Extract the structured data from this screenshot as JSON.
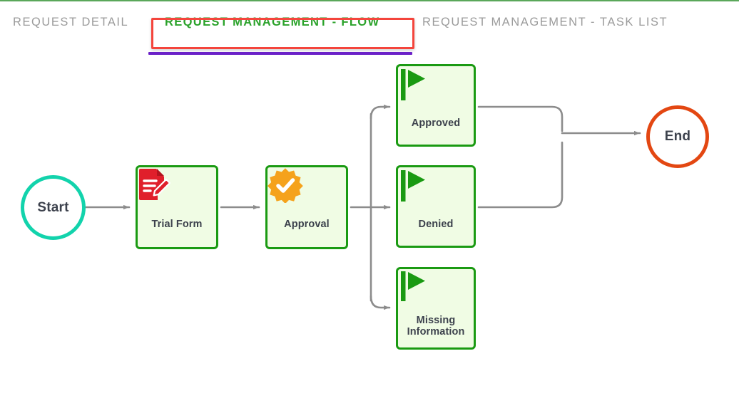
{
  "page": {
    "title": "Request Management - Flow",
    "top_rule_color": "#5aa75a",
    "background": "#ffffff"
  },
  "tabs": {
    "items": [
      {
        "id": "request-detail",
        "label": "REQUEST DETAIL",
        "active": false,
        "color": "#9b9b9b"
      },
      {
        "id": "request-management-flow",
        "label": "REQUEST MANAGEMENT - FLOW",
        "active": true,
        "color": "#2aa22a"
      },
      {
        "id": "request-management-task-list",
        "label": "REQUEST MANAGEMENT - TASK LIST",
        "active": false,
        "color": "#9b9b9b"
      }
    ],
    "active_index": 1,
    "annotation_box_color": "#f4453c",
    "underline_color": "#6b21c8"
  },
  "diagram": {
    "type": "flowchart",
    "connector_color": "#8c8c8c",
    "nodes": [
      {
        "id": "start",
        "label": "Start",
        "shape": "circle",
        "border_color": "#12d3ac",
        "fill": "#ffffff",
        "icon": null
      },
      {
        "id": "trial-form",
        "label": "Trial Form",
        "shape": "rounded-rect",
        "border_color": "#1a9a12",
        "fill": "#f0fce4",
        "icon": "document-edit-icon",
        "icon_color": "#e01f2b"
      },
      {
        "id": "approval",
        "label": "Approval",
        "shape": "rounded-rect",
        "border_color": "#1a9a12",
        "fill": "#f0fce4",
        "icon": "verified-badge-check-icon",
        "icon_color": "#f5a21c"
      },
      {
        "id": "approved",
        "label": "Approved",
        "shape": "rounded-rect",
        "border_color": "#1a9a12",
        "fill": "#f0fce4",
        "icon": "flag-icon",
        "icon_color": "#1a9a12"
      },
      {
        "id": "denied",
        "label": "Denied",
        "shape": "rounded-rect",
        "border_color": "#1a9a12",
        "fill": "#f0fce4",
        "icon": "flag-icon",
        "icon_color": "#1a9a12"
      },
      {
        "id": "missing-information",
        "label": "Missing\nInformation",
        "label_line1": "Missing",
        "label_line2": "Information",
        "shape": "rounded-rect",
        "border_color": "#1a9a12",
        "fill": "#f0fce4",
        "icon": "flag-icon",
        "icon_color": "#1a9a12"
      },
      {
        "id": "end",
        "label": "End",
        "shape": "circle",
        "border_color": "#e34712",
        "fill": "#ffffff",
        "icon": null
      }
    ],
    "edges": [
      {
        "from": "start",
        "to": "trial-form"
      },
      {
        "from": "trial-form",
        "to": "approval"
      },
      {
        "from": "approval",
        "to": "approved"
      },
      {
        "from": "approval",
        "to": "denied"
      },
      {
        "from": "approval",
        "to": "missing-information"
      },
      {
        "from": "approved",
        "to": "end"
      },
      {
        "from": "denied",
        "to": "end"
      }
    ]
  }
}
